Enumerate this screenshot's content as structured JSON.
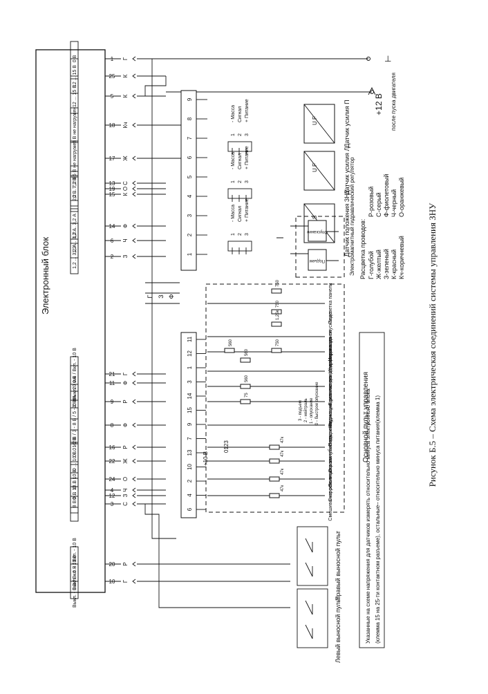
{
  "figure_caption": "Рисунок Б.5 – Схема электрическая соединений системы управления ЗНУ",
  "note": {
    "line1": "Указанные на схеме напряжения для датчиков измерять относительно минуса электронного блока",
    "line2": "(клемма 15 на 25-ти контактном разъеме), остальные– относительно минуса питания(клемма 1)"
  },
  "electronic_unit": {
    "title": "Электронный блок",
    "terminals": [
      {
        "num": "1",
        "voltage": "0 В",
        "wire": "Г"
      },
      {
        "num": "25",
        "voltage": "12 ... 15 В",
        "wire": "К"
      },
      {
        "num": "5",
        "voltage": "12 ... 15 В",
        "wire": "К"
      },
      {
        "num": "18",
        "voltage": "5 В не нагружен",
        "wire": "Кч"
      },
      {
        "num": "17",
        "voltage": "5 В не нагружен",
        "wire": "Ж"
      },
      {
        "num": "13",
        "voltage": "7,2 В",
        "wire": "С"
      },
      {
        "num": "19",
        "voltage": "2,2 ... 7,2 В",
        "wire": "О"
      },
      {
        "num": "15",
        "voltage": "0 В",
        "wire": "К"
      },
      {
        "num": "14",
        "voltage": "1,2 ... 3,2 А",
        "wire": "Ф"
      },
      {
        "num": "6",
        "voltage": "1,2 ... 3,2 А",
        "wire": "Ч"
      },
      {
        "num": "2",
        "voltage": "1,2 ... 3,2 А",
        "wire": "З"
      },
      {
        "num": "21",
        "voltage": "Выкл. - 0 В / Вкл. - 10 В",
        "wire": "Г"
      },
      {
        "num": "11",
        "voltage": "20 мА",
        "wire": "Ф"
      },
      {
        "num": "9",
        "voltage": "20 мА",
        "wire": "Р"
      },
      {
        "num": "8",
        "voltage": "0 - 2 В / 3 - 8 В / 5 - 2 В",
        "wire": "Ф"
      },
      {
        "num": "16",
        "voltage": "0 ... 10 В",
        "wire": "Р"
      },
      {
        "num": "22",
        "voltage": "0 ... 10 В",
        "wire": "Ж"
      },
      {
        "num": "24",
        "voltage": "0 ... 10 В",
        "wire": "О"
      },
      {
        "num": "4",
        "voltage": "0 ... 10 В",
        "wire": "Ч"
      },
      {
        "num": "12",
        "voltage": "0 В",
        "wire": "З"
      },
      {
        "num": "3",
        "voltage": "8 В",
        "wire": "С"
      },
      {
        "num": "20",
        "voltage": "Выкл. - 0 В / Вкл. - 10 В",
        "wire": "Р"
      },
      {
        "num": "10",
        "voltage": "Выкл. - 0 В / Вкл. - 10 В",
        "wire": "Г"
      }
    ]
  },
  "power": {
    "ground_symbol": "⊥",
    "supply_label": "+12 В",
    "supply_note": "после пуска двигателя"
  },
  "sensors": [
    {
      "name": "Датчик усилия П",
      "pins": [
        "- Масса",
        "Сигнал",
        "+ Питание"
      ],
      "pin_nums": [
        "1",
        "2",
        "3"
      ],
      "letters": "U  F"
    },
    {
      "name": "Датчик усилия Л",
      "pins": [
        "- Масса",
        "Сигнал",
        "+ Питание"
      ],
      "pin_nums": [
        "1",
        "2",
        "3"
      ],
      "letters": "U  F"
    },
    {
      "name": "Датчик положения ЗНУ",
      "pins": [
        "- Масса",
        "Сигнал",
        "+ Питание"
      ],
      "pin_nums": [
        "1",
        "2",
        "3"
      ],
      "letters": "U  S"
    }
  ],
  "regulator": {
    "name": "Электромагнитный гидравлический регулятор",
    "coil_up": "Подъем",
    "coil_down": "Опускание"
  },
  "wire_colors": {
    "title": "Расцветка проводов:",
    "items": [
      "Г-голубой",
      "Ж-желтый",
      "З-зеленый",
      "К-красный",
      "Кч-коричневый",
      "Р-розовый",
      "С-серый",
      "Ф-фиолетовый",
      "Ч-черный",
      "О-оранжевый"
    ]
  },
  "connector_numbers": {
    "upper": [
      "9",
      "8",
      "7",
      "6",
      "5",
      "4",
      "3",
      "2",
      "1"
    ],
    "lower": [
      "11",
      "12",
      "1",
      "3",
      "14",
      "15",
      "9",
      "7",
      "13",
      "10",
      "2",
      "4",
      "6"
    ]
  },
  "bus_labels": [
    "Г",
    "З",
    "Ф"
  ],
  "main_panel": {
    "title": "Основной пульт управления",
    "plus10": "+10 В",
    "items": [
      "Подсветка панели",
      "Индикация опускание",
      "Индикация подъем",
      "Выключатель демпфирования",
      "Индикация режима демпфирования",
      "Индикация диагностики",
      "Подъем-опускание",
      "Ограничение подъема",
      "Величина заглубления",
      "Скорость опускания",
      "Смешивание режимов"
    ],
    "mode_switch": [
      "0 - быстрое опускание",
      "1 - опускание",
      "2 - нейтраль",
      "3 - подъем"
    ],
    "switch_digits": "0123",
    "resistors": [
      "750",
      "750",
      "1,25к",
      "560",
      "560",
      "750",
      "560",
      "75"
    ],
    "pot_label": "47к"
  },
  "remote_panels": [
    {
      "name": "Правый выносной пульт"
    },
    {
      "name": "Левый выносной пульт"
    }
  ]
}
